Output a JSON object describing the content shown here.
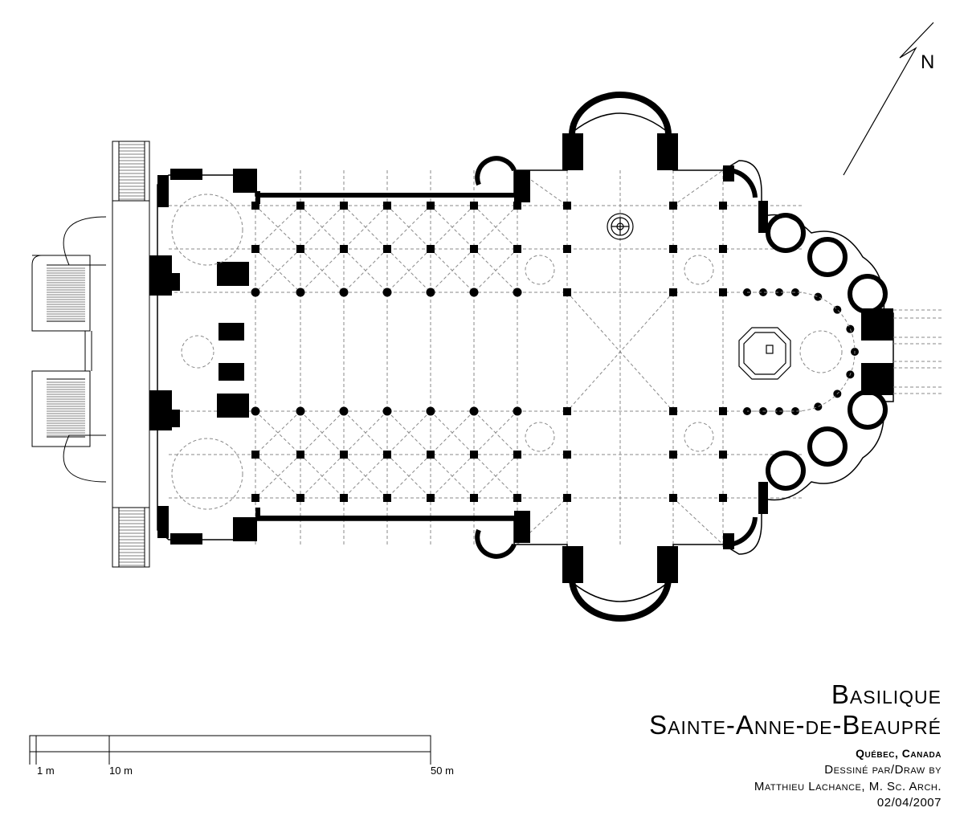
{
  "title": {
    "line1": "Basilique",
    "line2": "Sainte-Anne-de-Beaupré",
    "location": "Québec, Canada",
    "drawn_by_label": "Dessiné par/Draw by",
    "author": "Matthieu Lachance, M. Sc. Arch.",
    "date": "02/04/2007"
  },
  "scale": {
    "labels": [
      "1 m",
      "10 m",
      "50 m"
    ]
  },
  "north": {
    "label": "N"
  },
  "colors": {
    "wall": "#000000",
    "line": "#000000",
    "background": "#ffffff"
  }
}
